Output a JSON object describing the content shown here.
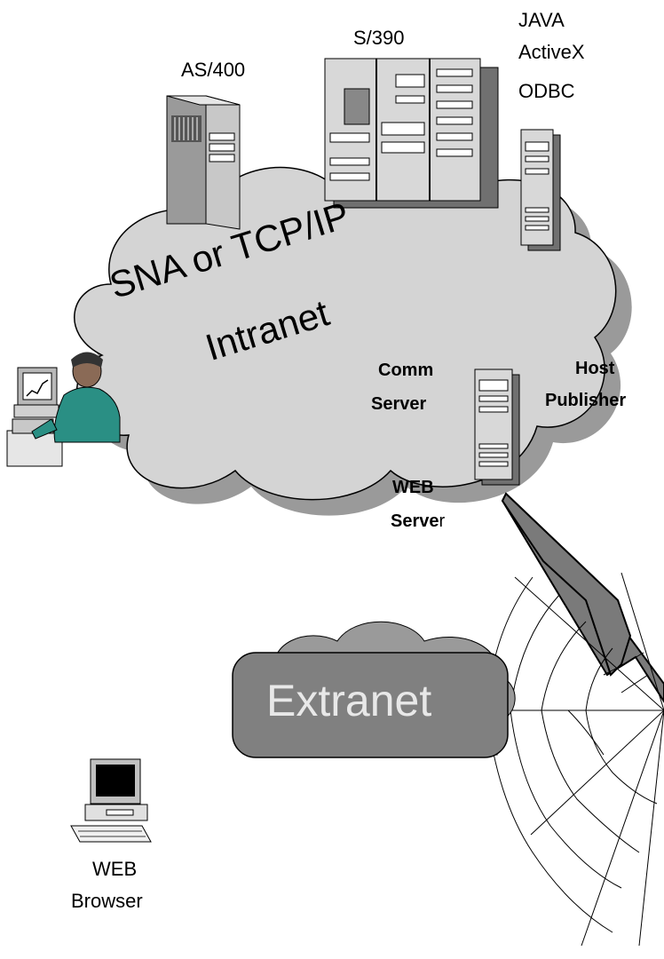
{
  "diagram": {
    "labels": {
      "as400": "AS/400",
      "s390": "S/390",
      "java": "JAVA",
      "activex": "ActiveX",
      "odbc": "ODBC",
      "cloud_line1": "SNA or TCP/IP",
      "cloud_line2": "Intranet",
      "comm": "Comm",
      "server": "Server",
      "host": "Host",
      "publisher": "Publisher",
      "web_server_1": "WEB",
      "web_server_2_bold": "Serve",
      "web_server_2_tail": "r",
      "extranet": "Extranet",
      "web_browser_1": "WEB",
      "web_browser_2": "Browser"
    },
    "colors": {
      "cloud_fill": "#d4d4d4",
      "cloud_shadow": "#9a9a9a",
      "extranet_box": "#808080",
      "extranet_text": "#e8e8e8",
      "lightning": "#7a7a7a",
      "server_fill": "#d8d8d8",
      "person_shirt": "#2a8f84"
    }
  }
}
